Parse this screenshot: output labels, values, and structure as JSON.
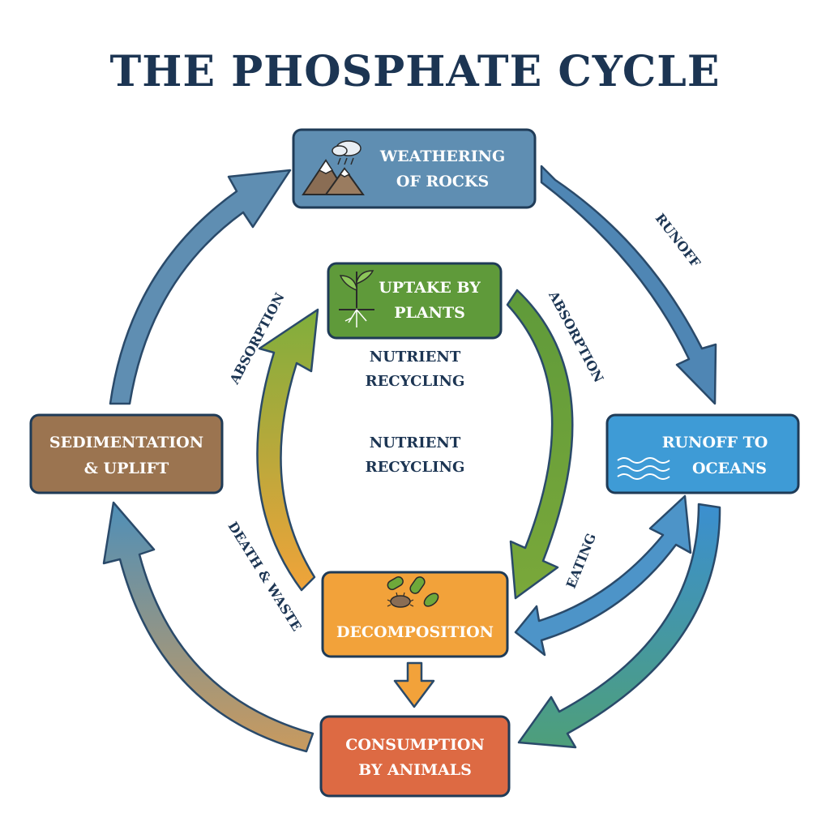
{
  "title": "THE PHOSPHATE CYCLE",
  "nodes": {
    "weathering": {
      "line1": "WEATHERING",
      "line2": "OF ROCKS",
      "icon": "mountain-rain-icon",
      "color": "#5f8eb2"
    },
    "uptake": {
      "line1": "UPTAKE BY",
      "line2": "PLANTS",
      "icon": "plant-sprout-icon",
      "color": "#5f9a3a"
    },
    "sedimentation": {
      "line1": "SEDIMENTATION",
      "line2": "& UPLIFT",
      "color": "#9b7450"
    },
    "runoff_oceans": {
      "line1": "RUNOFF TO",
      "line2": "OCEANS",
      "icon": "waves-icon",
      "color": "#3e9bd6"
    },
    "decomposition": {
      "line1": "DECOMPOSITION",
      "icon": "microbes-icon",
      "color": "#f2a23a"
    },
    "consumption": {
      "line1": "CONSUMPTION",
      "line2": "BY ANIMALS",
      "color": "#dd6a43"
    }
  },
  "labels": {
    "runoff": "RUNOFF",
    "absorption_left": "ABSORPTION",
    "absorption_right": "ABSORPTION",
    "death_waste": "DEATH & WASTE",
    "eating": "EATING",
    "nutrient_upper_1": "NUTRIENT",
    "nutrient_upper_2": "RECYCLING",
    "nutrient_center_1": "NUTRIENT",
    "nutrient_center_2": "RECYCLING"
  }
}
